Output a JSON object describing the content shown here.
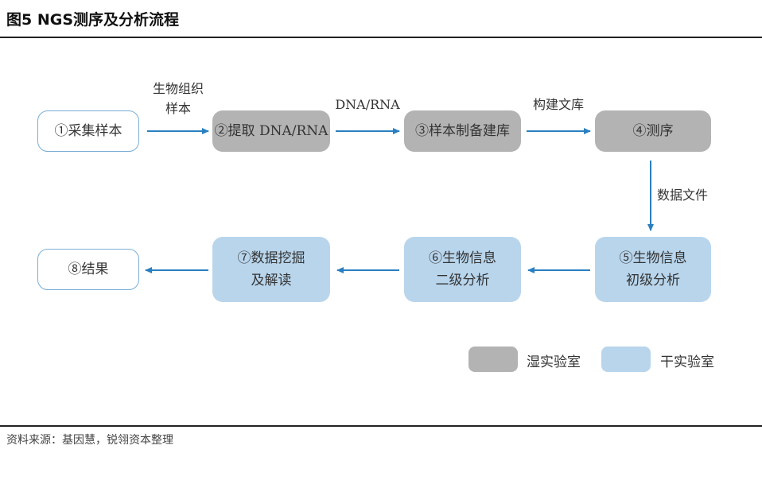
{
  "header": {
    "title": "图5 NGS测序及分析流程"
  },
  "footer": {
    "source": "资料来源：基因慧，锐翎资本整理"
  },
  "nodes": {
    "n1": {
      "line1": "①采集样本",
      "line2": ""
    },
    "n2": {
      "line1": "②提取 DNA/RNA",
      "line2": ""
    },
    "n3": {
      "line1": "③样本制备建库",
      "line2": ""
    },
    "n4": {
      "line1": "④测序",
      "line2": ""
    },
    "n5": {
      "line1": "⑤生物信息",
      "line2": "初级分析"
    },
    "n6": {
      "line1": "⑥生物信息",
      "line2": "二级分析"
    },
    "n7": {
      "line1": "⑦数据挖掘",
      "line2": "及解读"
    },
    "n8": {
      "line1": "⑧结果",
      "line2": ""
    }
  },
  "edges": {
    "e12": {
      "line1": "生物组织",
      "line2": "样本"
    },
    "e23": {
      "label": "DNA/RNA"
    },
    "e34": {
      "label": "构建文库"
    },
    "e45": {
      "label": "数据文件"
    }
  },
  "legend": {
    "wet": {
      "label": "湿实验室",
      "color": "#b3b3b3"
    },
    "dry": {
      "label": "干实验室",
      "color": "#b8d5ec"
    }
  },
  "colors": {
    "arrow": "#2a7fc1",
    "outline": "#7aaed6"
  }
}
